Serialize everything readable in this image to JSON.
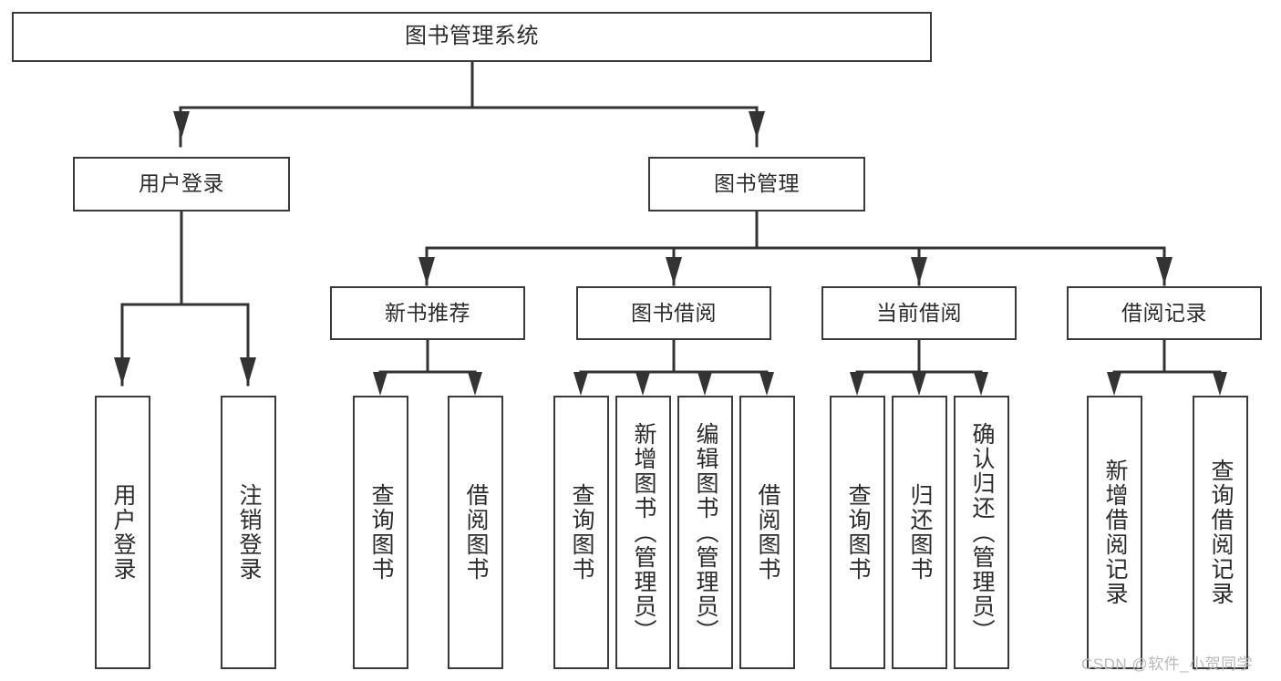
{
  "diagram": {
    "type": "tree",
    "title": "图书管理系统",
    "style": {
      "box_border_color": "#3a3a3a",
      "box_fill_color": "#ffffff",
      "line_color": "#333333",
      "text_color": "#2b2b2b",
      "background": "#ffffff"
    },
    "root": {
      "label": "图书管理系统"
    },
    "level2": [
      {
        "label": "用户登录"
      },
      {
        "label": "图书管理"
      }
    ],
    "level3": [
      {
        "label": "新书推荐"
      },
      {
        "label": "图书借阅"
      },
      {
        "label": "当前借阅"
      },
      {
        "label": "借阅记录"
      }
    ],
    "leaves": {
      "user_login": [
        {
          "label": "用户登录"
        },
        {
          "label": "注销登录"
        }
      ],
      "new_book_recommend": [
        {
          "label": "查询图书"
        },
        {
          "label": "借阅图书"
        }
      ],
      "book_borrow": [
        {
          "label": "查询图书"
        },
        {
          "label": "新增图书（管理员）"
        },
        {
          "label": "编辑图书（管理员）"
        },
        {
          "label": "借阅图书"
        }
      ],
      "current_borrow": [
        {
          "label": "查询图书"
        },
        {
          "label": "归还图书"
        },
        {
          "label": "确认归还（管理员）"
        }
      ],
      "borrow_record": [
        {
          "label": "新增借阅记录"
        },
        {
          "label": "查询借阅记录"
        }
      ]
    }
  },
  "watermark": {
    "text": "CSDN @软件_小贺同学"
  }
}
